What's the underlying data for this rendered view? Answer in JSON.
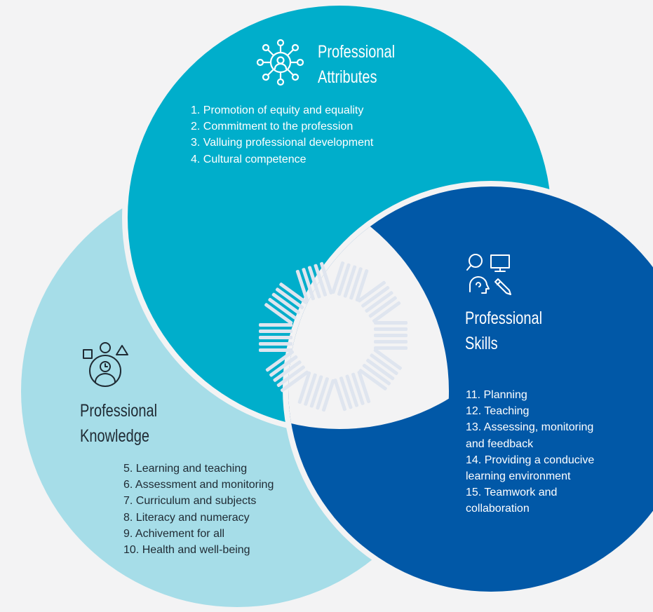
{
  "colors": {
    "background": "#f3f3f4",
    "attributes": "#00aecb",
    "skills": "#0158a7",
    "knowledge": "#a6dde8",
    "motif": "#dfe5ef",
    "text_dark": "#1f2a33",
    "text_light": "#ffffff"
  },
  "attributes": {
    "icon": "network-hub-icon",
    "title_line1": "Professional",
    "title_line2": "Attributes",
    "items": [
      "1. Promotion of equity and equality",
      "2. Commitment to the profession",
      "3. Valluing professional development",
      "4. Cultural competence"
    ]
  },
  "skills": {
    "icon": "skills-icons",
    "title_line1": "Professional",
    "title_line2": "Skills",
    "items": [
      "11. Planning",
      "12. Teaching",
      "13. Assessing, monitoring",
      "and feedback",
      "14. Providing a conducive",
      "learning environment",
      "15. Teamwork and",
      "collaboration"
    ]
  },
  "knowledge": {
    "icon": "person-shapes-icon",
    "title_line1": "Professional",
    "title_line2": "Knowledge",
    "items": [
      "5. Learning and teaching",
      "6. Assessment and monitoring",
      "7. Curriculum and subjects",
      "8. Literacy and numeracy",
      "9. Achivement for all",
      "10. Health and well-being"
    ]
  }
}
